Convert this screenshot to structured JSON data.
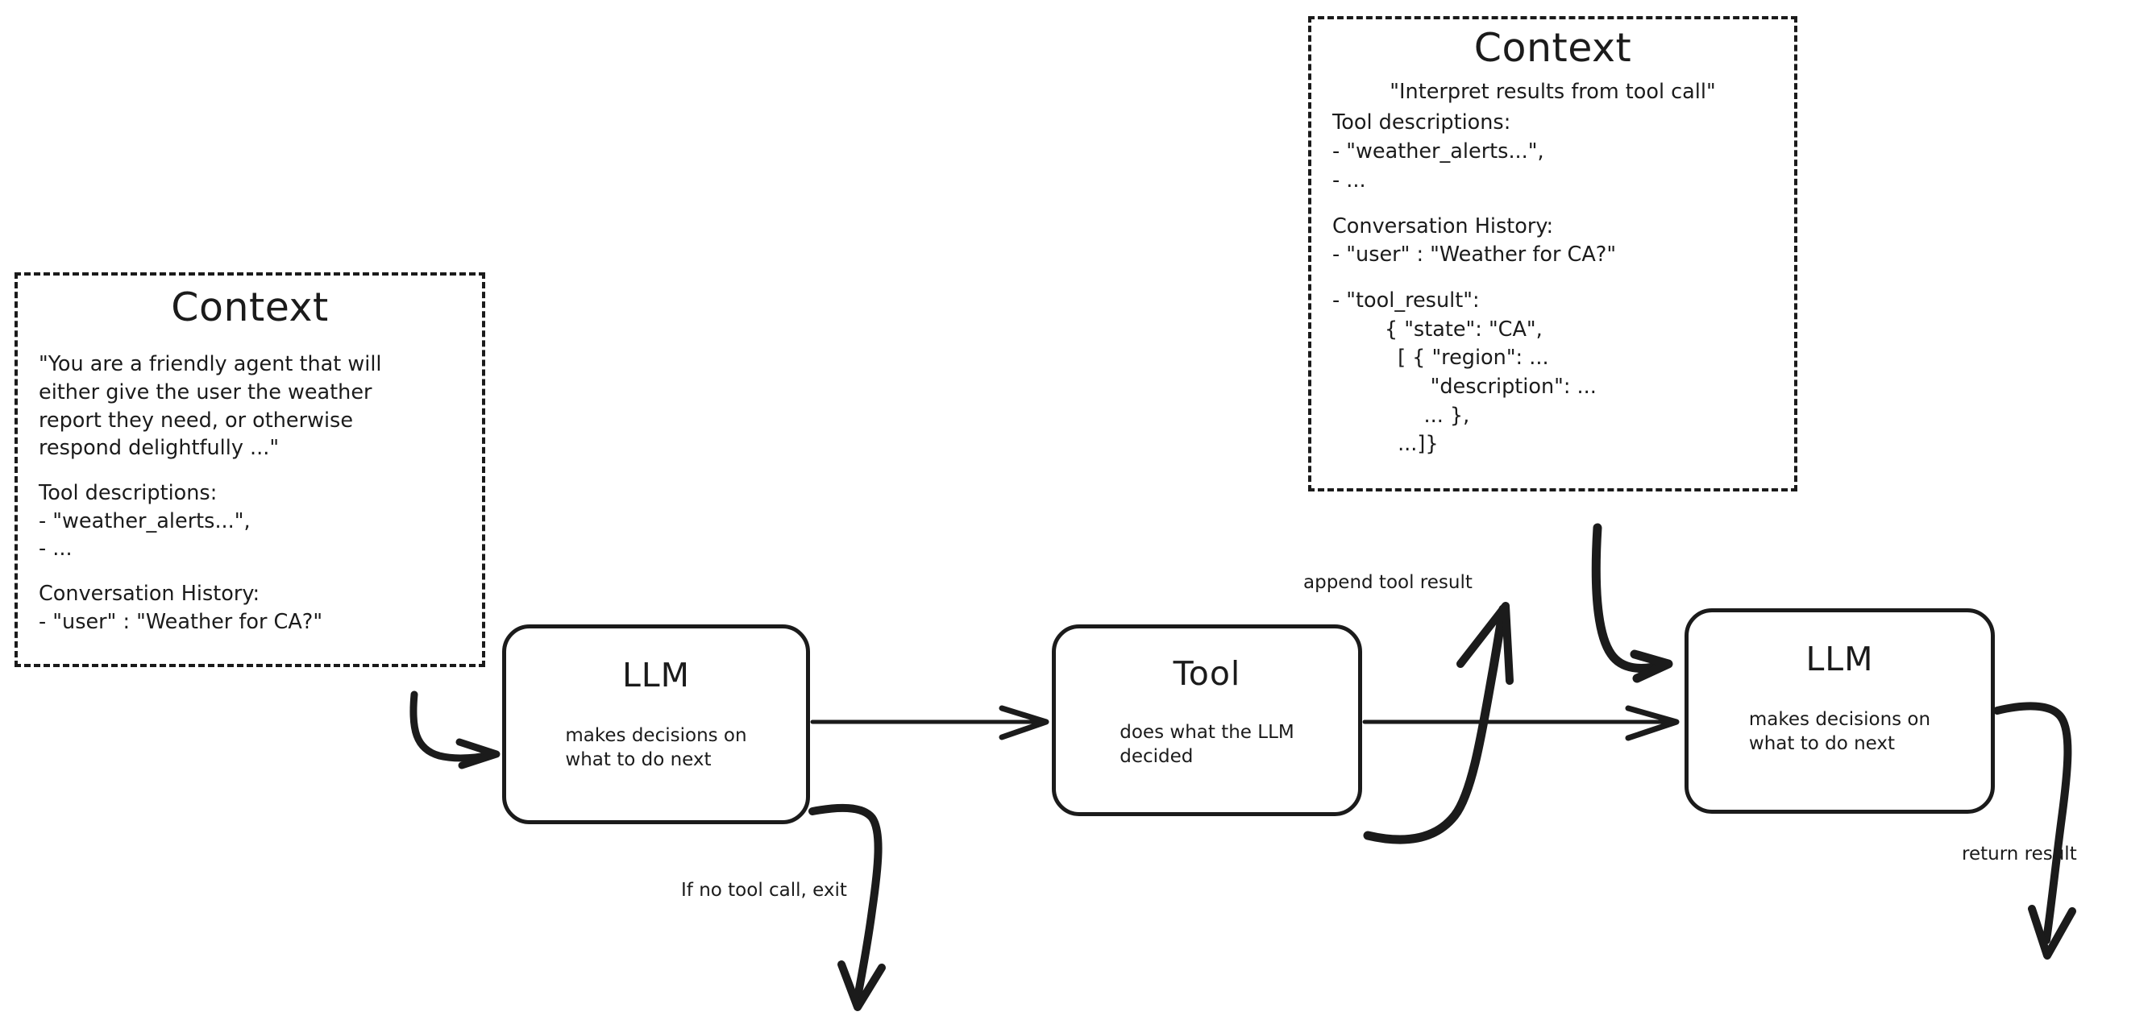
{
  "diagram": {
    "title": "Agent loop with LLM, Tool and Context",
    "ink_color": "#1b1b1b",
    "background": "#ffffff"
  },
  "context_left": {
    "title": "Context",
    "system_prompt": "\"You are a friendly agent that will\neither give the user the weather\nreport they need, or otherwise\nrespond delightfully ...\"",
    "tool_descriptions": "Tool descriptions:\n- \"weather_alerts...\",\n- ...",
    "conversation_history": "Conversation History:\n- \"user\" : \"Weather for CA?\""
  },
  "context_right": {
    "title": "Context",
    "instruction": "\"Interpret results from tool call\"",
    "tool_descriptions": "Tool descriptions:\n- \"weather_alerts...\",\n- ...",
    "conversation_history": "Conversation History:\n- \"user\" : \"Weather for CA?\"",
    "tool_result": "- \"tool_result\":\n        { \"state\": \"CA\",\n          [ { \"region\": ...\n               \"description\": ...\n              ... },\n          ...]}"
  },
  "nodes": {
    "llm_first": {
      "title": "LLM",
      "subtitle": "makes decisions on\nwhat to do next"
    },
    "tool": {
      "title": "Tool",
      "subtitle": "does what the LLM\ndecided"
    },
    "llm_second": {
      "title": "LLM",
      "subtitle": "makes decisions on\nwhat to do next"
    }
  },
  "edges": {
    "append_tool_result": "append tool result",
    "if_no_tool_call_exit": "If no tool call, exit",
    "return_result": "return result"
  }
}
